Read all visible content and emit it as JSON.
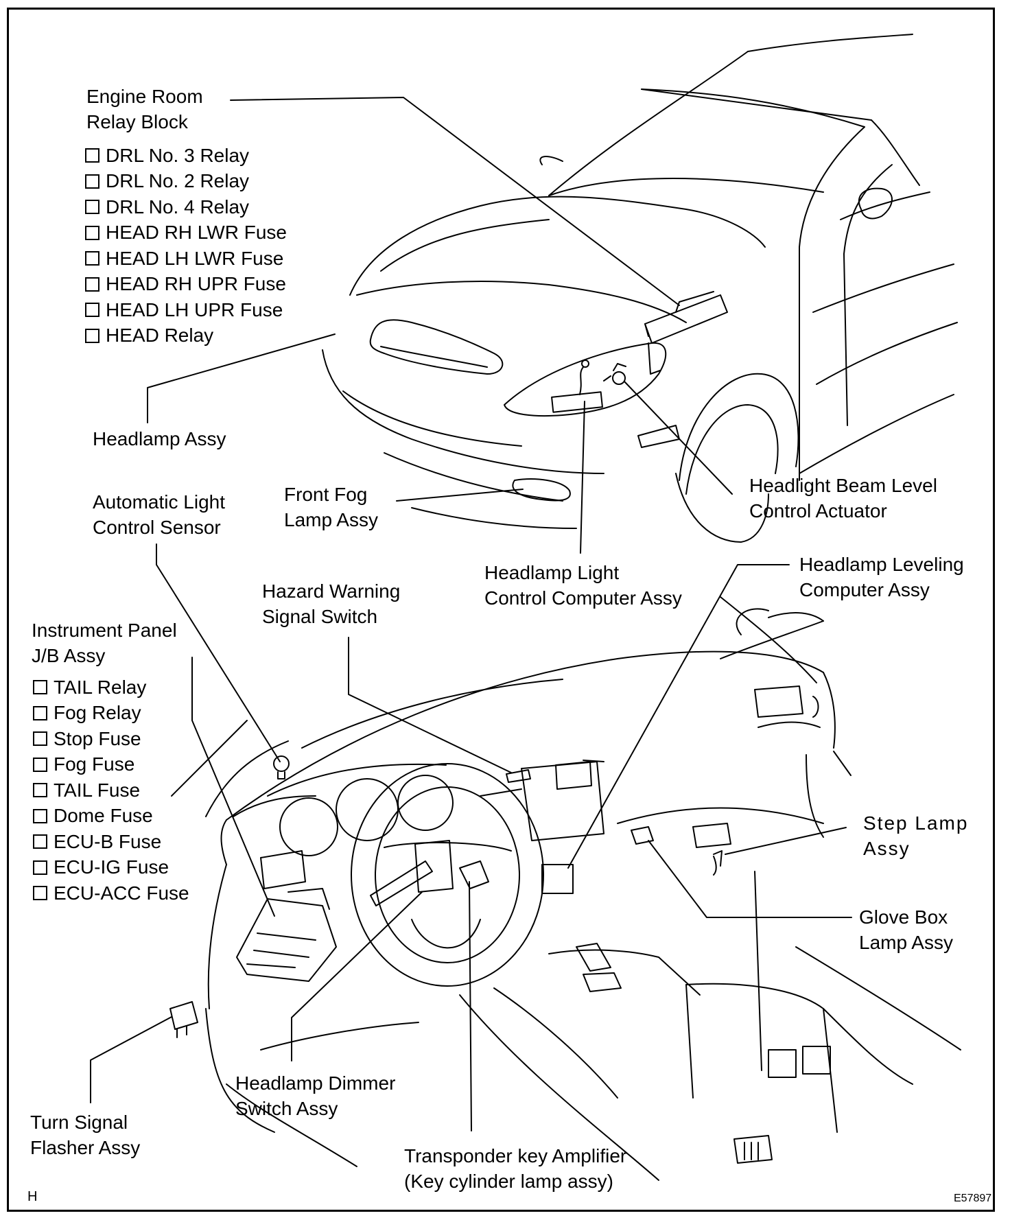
{
  "labels": {
    "engine_room": [
      "Engine Room",
      "Relay Block"
    ],
    "headlamp_assy": [
      "Headlamp Assy"
    ],
    "auto_light_sensor": [
      "Automatic Light",
      "Control Sensor"
    ],
    "front_fog": [
      "Front Fog",
      "Lamp Assy"
    ],
    "beam_level_actuator": [
      "Headlight Beam Level",
      "Control Actuator"
    ],
    "light_control_computer": [
      "Headlamp Light",
      "Control Computer Assy"
    ],
    "leveling_computer": [
      "Headlamp Leveling",
      "Computer Assy"
    ],
    "hazard_switch": [
      "Hazard Warning",
      "Signal Switch"
    ],
    "instrument_panel": [
      "Instrument Panel",
      "J/B Assy"
    ],
    "step_lamp": [
      "Step Lamp",
      "Assy"
    ],
    "glove_box_lamp": [
      "Glove Box",
      "Lamp Assy"
    ],
    "dimmer_switch": [
      "Headlamp Dimmer",
      "Switch Assy"
    ],
    "turn_signal_flasher": [
      "Turn Signal",
      "Flasher Assy"
    ],
    "transponder": [
      "Transponder key Amplifier",
      "(Key cylinder lamp assy)"
    ]
  },
  "engine_room_items": [
    "DRL No. 3 Relay",
    "DRL No. 2 Relay",
    "DRL No. 4 Relay",
    "HEAD RH LWR Fuse",
    "HEAD LH LWR Fuse",
    "HEAD RH UPR Fuse",
    "HEAD LH UPR Fuse",
    "HEAD Relay"
  ],
  "instrument_panel_items": [
    "TAIL Relay",
    "Fog Relay",
    "Stop Fuse",
    "Fog Fuse",
    "TAIL Fuse",
    "Dome Fuse",
    "ECU-B Fuse",
    "ECU-IG Fuse",
    "ECU-ACC Fuse"
  ],
  "corner_marks": {
    "left": "H",
    "right": "E57897"
  }
}
